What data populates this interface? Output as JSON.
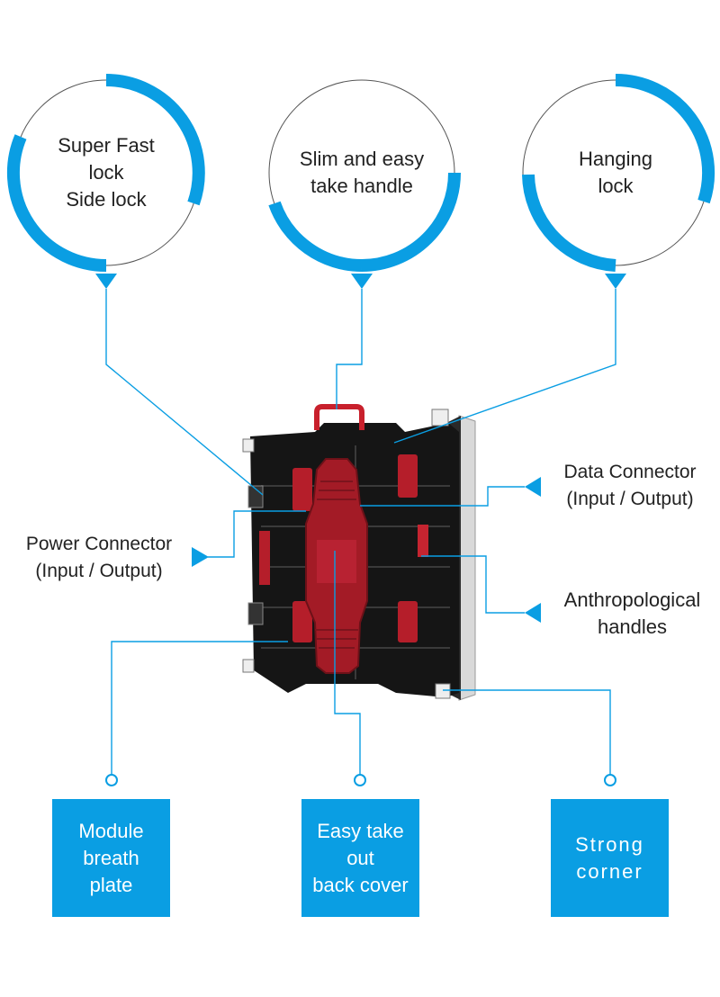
{
  "colors": {
    "accent": "#0a9ee3",
    "cabinet": "#161616",
    "parts": "#b51e2a"
  },
  "features_top": [
    {
      "lines": [
        "Super Fast",
        "lock",
        "Side lock"
      ]
    },
    {
      "lines": [
        "Slim and easy",
        "take handle"
      ]
    },
    {
      "lines": [
        "Hanging",
        "lock"
      ]
    }
  ],
  "side_labels": {
    "power": [
      "Power Connector",
      "(Input / Output)"
    ],
    "data": [
      "Data Connector",
      "(Input / Output)"
    ],
    "handles": [
      "Anthropological",
      "handles"
    ]
  },
  "features_bottom": [
    {
      "lines": [
        "Module",
        "breath",
        "plate"
      ]
    },
    {
      "lines": [
        "Easy take",
        "out",
        "back cover"
      ]
    },
    {
      "lines": [
        "Strong",
        "corner"
      ]
    }
  ]
}
